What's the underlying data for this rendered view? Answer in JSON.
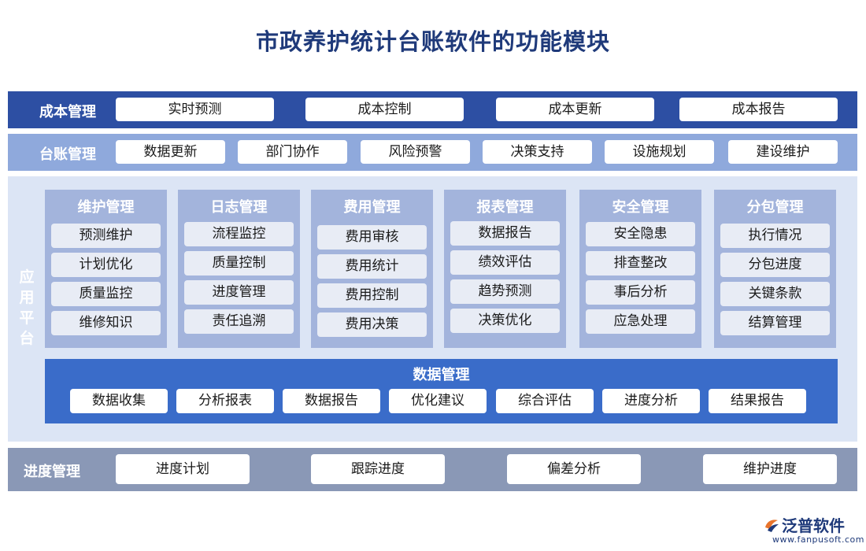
{
  "title": "市政养护统计台账软件的功能模块",
  "cost_management": {
    "label": "成本管理",
    "items": [
      "实时预测",
      "成本控制",
      "成本更新",
      "成本报告"
    ]
  },
  "ledger_management": {
    "label": "台账管理",
    "items": [
      "数据更新",
      "部门协作",
      "风险预警",
      "决策支持",
      "设施规划",
      "建设维护"
    ]
  },
  "application_platform": {
    "label": "应用平台",
    "modules": [
      {
        "title": "维护管理",
        "items": [
          "预测维护",
          "计划优化",
          "质量监控",
          "维修知识"
        ]
      },
      {
        "title": "日志管理",
        "items": [
          "流程监控",
          "质量控制",
          "进度管理",
          "责任追溯"
        ]
      },
      {
        "title": "费用管理",
        "items": [
          "费用审核",
          "费用统计",
          "费用控制",
          "费用决策"
        ]
      },
      {
        "title": "报表管理",
        "items": [
          "数据报告",
          "绩效评估",
          "趋势预测",
          "决策优化"
        ]
      },
      {
        "title": "安全管理",
        "items": [
          "安全隐患",
          "排查整改",
          "事后分析",
          "应急处理"
        ]
      },
      {
        "title": "分包管理",
        "items": [
          "执行情况",
          "分包进度",
          "关键条款",
          "结算管理"
        ]
      }
    ],
    "data_management": {
      "title": "数据管理",
      "items": [
        "数据收集",
        "分析报表",
        "数据报告",
        "优化建议",
        "综合评估",
        "进度分析",
        "结果报告"
      ]
    }
  },
  "progress_management": {
    "label": "进度管理",
    "items": [
      "进度计划",
      "跟踪进度",
      "偏差分析",
      "维护进度"
    ]
  },
  "logo": {
    "name": "泛普软件",
    "url": "www.fanpusoft.com"
  },
  "colors": {
    "title": "#1f3a7a",
    "cost_band": "#2d4fa3",
    "ledger_band": "#8fa9dc",
    "platform_bg": "#dce5f5",
    "module_bg": "#a3b4dc",
    "data_band": "#3a6cc9",
    "progress_band": "#8a98b6"
  }
}
